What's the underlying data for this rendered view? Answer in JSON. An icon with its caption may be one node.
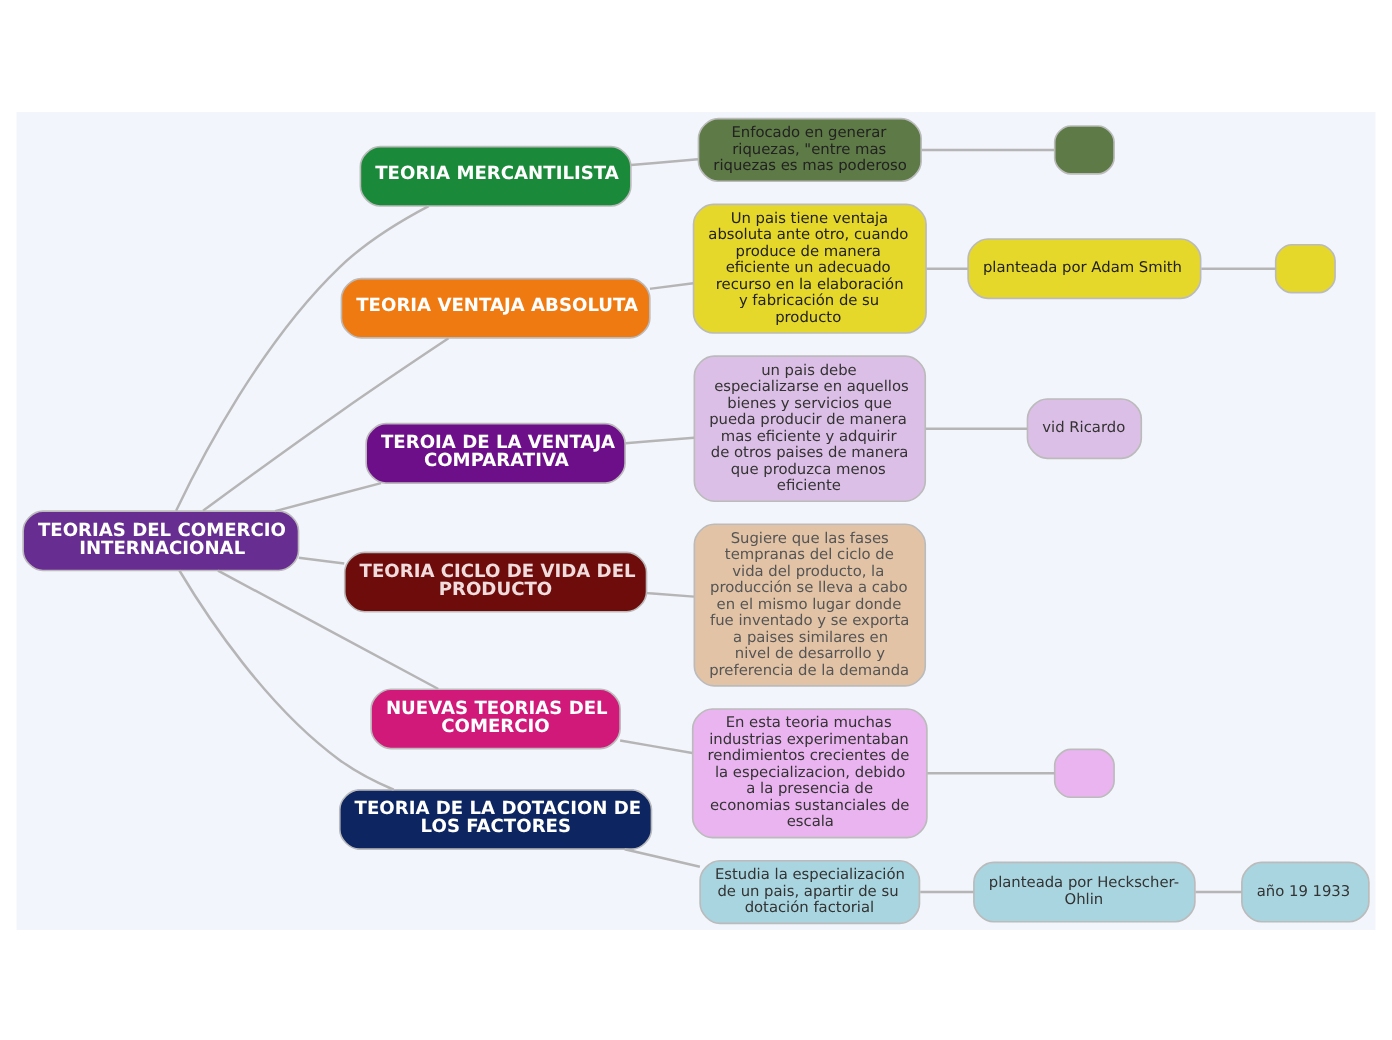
{
  "diagram": {
    "nodes": [
      {
        "text": [
          "TEORIAS DEL COMERCIO INTERNACIONAL"
        ]
      },
      {
        "text": [
          "TEORIA MERCANTILISTA"
        ]
      },
      {
        "text": [
          "Enfocado en generar riquezas, \"entre mas riquezas es mas poderoso"
        ]
      },
      {
        "text": [],
        "shape": "box"
      },
      {
        "text": [
          "TEORIA VENTAJA ABSOLUTA"
        ]
      },
      {
        "text": [
          "Un pais tiene ventaja absoluta ante otro, cuando produce de manera eficiente un adecuado recurso en la elaboración y fabricación de su producto"
        ]
      },
      {
        "text": [
          "planteada por Adam Smith"
        ]
      },
      {
        "text": [],
        "shape": "box"
      },
      {
        "text": [
          "TEROIA DE LA VENTAJA COMPARATIVA"
        ]
      },
      {
        "text": [
          "un pais debe especializarse en aquellos bienes y servicios que pueda producir de manera mas eficiente y adquirir de otros paises de manera que produzca menos eficiente"
        ]
      },
      {
        "text": [
          "vid Ricardo"
        ]
      },
      {
        "text": [
          "TEORIA CICLO DE VIDA DEL PRODUCTO"
        ]
      },
      {
        "text": [
          "Sugiere que las fases tempranas del ciclo de vida del producto, la producción se lleva a cabo en el mismo lugar donde fue inventado y se exporta a paises similares en nivel de desarrollo y preferencia de la demanda"
        ]
      },
      {
        "text": [
          "NUEVAS TEORIAS DEL COMERCIO"
        ]
      },
      {
        "text": [
          "En esta teoria muchas industrias experimentaban rendimientos crecientes de la especializacion, debido a la presencia de economias sustanciales de escala"
        ]
      },
      {
        "text": [],
        "shape": "box"
      },
      {
        "text": [
          "TEORIA DE LA DOTACION DE LOS FACTORES"
        ]
      },
      {
        "text": [
          "Estudia la especialización de un pais, apartir de su dotación factorial"
        ]
      },
      {
        "text": [
          "planteada por Heckscher-Ohlin"
        ]
      },
      {
        "text": [
          "año 19 1933"
        ]
      }
    ],
    "edges": [
      {
        "from": 0,
        "to": 1,
        "arrow": "none"
      },
      {
        "from": 1,
        "to": 2,
        "arrow": "none"
      },
      {
        "from": 2,
        "to": 3,
        "arrow": "none"
      },
      {
        "from": 0,
        "to": 4,
        "arrow": "none"
      },
      {
        "from": 4,
        "to": 5,
        "arrow": "none"
      },
      {
        "from": 5,
        "to": 6,
        "arrow": "none"
      },
      {
        "from": 6,
        "to": 7,
        "arrow": "none"
      },
      {
        "from": 0,
        "to": 8,
        "arrow": "none"
      },
      {
        "from": 8,
        "to": 9,
        "arrow": "none"
      },
      {
        "from": 9,
        "to": 10,
        "arrow": "none"
      },
      {
        "from": 0,
        "to": 11,
        "arrow": "none"
      },
      {
        "from": 11,
        "to": 12,
        "arrow": "none"
      },
      {
        "from": 0,
        "to": 13,
        "arrow": "none"
      },
      {
        "from": 13,
        "to": 14,
        "arrow": "none"
      },
      {
        "from": 14,
        "to": 15,
        "arrow": "none"
      },
      {
        "from": 0,
        "to": 16,
        "arrow": "none"
      },
      {
        "from": 16,
        "to": 17,
        "arrow": "none"
      },
      {
        "from": 17,
        "to": 18,
        "arrow": "none"
      },
      {
        "from": 18,
        "to": 19,
        "arrow": "none"
      }
    ]
  }
}
